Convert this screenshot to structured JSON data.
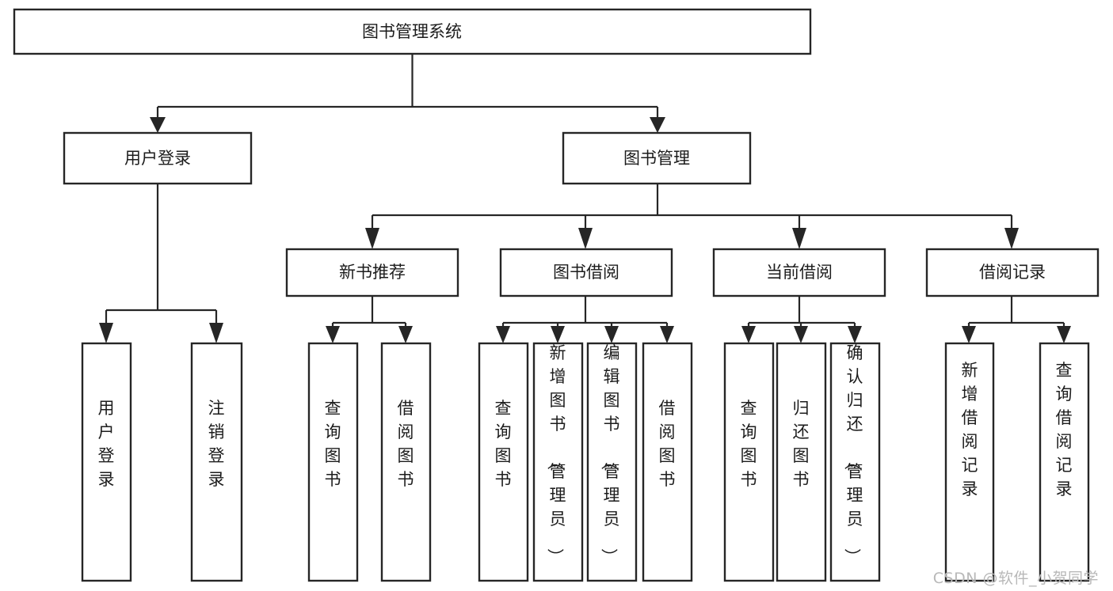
{
  "diagram": {
    "type": "tree-hierarchy",
    "title": "图书管理系统",
    "watermark": "CSDN @软件_小贺同学",
    "colors": {
      "box_stroke": "#262626",
      "box_fill": "#ffffff",
      "connector": "#262626",
      "text": "#1c1c1c",
      "watermark": "#b8b8b8",
      "background": "#ffffff"
    },
    "nodes": {
      "root": {
        "label": "图书管理系统",
        "orientation": "horizontal"
      },
      "level2": [
        {
          "id": "user-login",
          "label": "用户登录",
          "orientation": "horizontal"
        },
        {
          "id": "book-management",
          "label": "图书管理",
          "orientation": "horizontal"
        }
      ],
      "level3": [
        {
          "id": "new-book-recommend",
          "label": "新书推荐",
          "orientation": "horizontal"
        },
        {
          "id": "book-borrow",
          "label": "图书借阅",
          "orientation": "horizontal"
        },
        {
          "id": "current-borrow",
          "label": "当前借阅",
          "orientation": "horizontal"
        },
        {
          "id": "borrow-record",
          "label": "借阅记录",
          "orientation": "horizontal"
        }
      ],
      "leaves": {
        "user-login": [
          {
            "id": "leaf-user-login",
            "label": "用户登录",
            "orientation": "vertical"
          },
          {
            "id": "leaf-logout",
            "label": "注销登录",
            "orientation": "vertical"
          }
        ],
        "new-book-recommend": [
          {
            "id": "leaf-query-book-1",
            "label": "查询图书",
            "orientation": "vertical"
          },
          {
            "id": "leaf-borrow-book-1",
            "label": "借阅图书",
            "orientation": "vertical"
          }
        ],
        "book-borrow": [
          {
            "id": "leaf-query-book-2",
            "label": "查询图书",
            "orientation": "vertical"
          },
          {
            "id": "leaf-add-book",
            "label": "新增图书（管理员）",
            "orientation": "vertical"
          },
          {
            "id": "leaf-edit-book",
            "label": "编辑图书（管理员）",
            "orientation": "vertical"
          },
          {
            "id": "leaf-borrow-book-2",
            "label": "借阅图书",
            "orientation": "vertical"
          }
        ],
        "current-borrow": [
          {
            "id": "leaf-query-book-3",
            "label": "查询图书",
            "orientation": "vertical"
          },
          {
            "id": "leaf-return-book",
            "label": "归还图书",
            "orientation": "vertical"
          },
          {
            "id": "leaf-confirm-return",
            "label": "确认归还（管理员）",
            "orientation": "vertical"
          }
        ],
        "borrow-record": [
          {
            "id": "leaf-add-record",
            "label": "新增借阅记录",
            "orientation": "vertical"
          },
          {
            "id": "leaf-query-record",
            "label": "查询借阅记录",
            "orientation": "vertical"
          }
        ]
      }
    }
  }
}
